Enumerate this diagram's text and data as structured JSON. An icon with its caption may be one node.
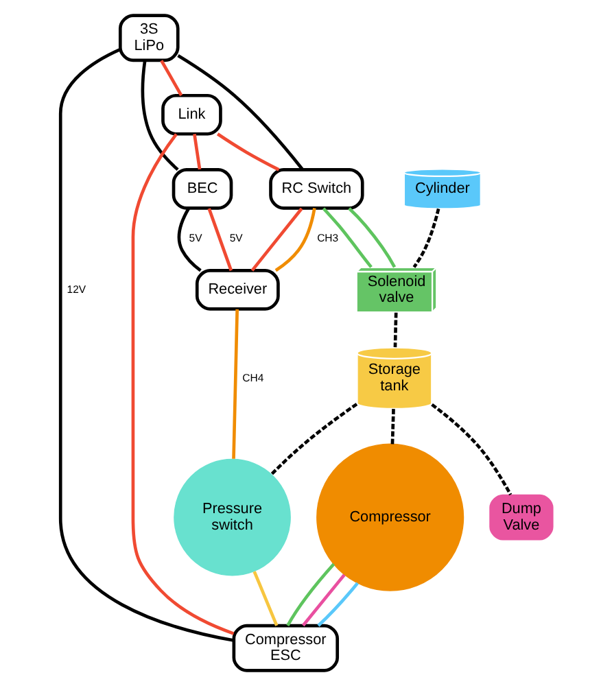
{
  "diagram": {
    "nodes": [
      {
        "text": [
          "3S LiPo"
        ]
      },
      {
        "text": [
          "Link"
        ]
      },
      {
        "text": [
          "Cylinder"
        ]
      },
      {
        "text": [
          "BEC"
        ]
      },
      {
        "text": [
          "Solenoid valve"
        ]
      },
      {
        "text": [
          "RC Switch"
        ]
      },
      {
        "text": [
          "Storage tank"
        ]
      },
      {
        "text": [
          "Receiver"
        ]
      },
      {
        "text": [
          "Compressor"
        ]
      },
      {
        "text": [
          "Pressure switch"
        ]
      },
      {
        "text": [
          "Dump Valve"
        ]
      },
      {
        "text": [
          "Compressor ESC"
        ]
      }
    ],
    "edges": [
      {
        "from": 0,
        "to": 1,
        "arrow": "none",
        "color": "#f04a32"
      },
      {
        "from": 0,
        "to": 11,
        "arrow": "none",
        "label": "12V"
      },
      {
        "from": 1,
        "to": 11,
        "arrow": "none",
        "color": "#f04a32"
      },
      {
        "from": 0,
        "to": 3,
        "arrow": "none"
      },
      {
        "from": 1,
        "to": 3,
        "arrow": "none",
        "color": "#f04a32"
      },
      {
        "from": 0,
        "to": 5,
        "arrow": "none"
      },
      {
        "from": 1,
        "to": 5,
        "arrow": "none",
        "color": "#f04a32"
      },
      {
        "from": 3,
        "to": 7,
        "arrow": "none",
        "label": "5V",
        "color": "#f04a32"
      },
      {
        "from": 3,
        "to": 7,
        "arrow": "none",
        "label": "5V"
      },
      {
        "from": 5,
        "to": 7,
        "arrow": "none",
        "color": "#f04a32"
      },
      {
        "from": 5,
        "to": 7,
        "arrow": "none",
        "label": "CH3",
        "color": "#f08c00"
      },
      {
        "from": 5,
        "to": 4,
        "arrow": "none",
        "color": "#5ec45e"
      },
      {
        "from": 5,
        "to": 4,
        "arrow": "none",
        "color": "#5ec45e"
      },
      {
        "from": 2,
        "to": 4,
        "arrow": "none",
        "style": "dashed"
      },
      {
        "from": 4,
        "to": 6,
        "arrow": "none",
        "style": "dashed"
      },
      {
        "from": 6,
        "to": 8,
        "arrow": "none",
        "style": "dashed"
      },
      {
        "from": 6,
        "to": 9,
        "arrow": "none",
        "style": "dashed"
      },
      {
        "from": 6,
        "to": 10,
        "arrow": "none",
        "style": "dashed"
      },
      {
        "from": 8,
        "to": 11,
        "arrow": "none",
        "color": "#5ec45e"
      },
      {
        "from": 8,
        "to": 11,
        "arrow": "none",
        "color": "#e94fa0"
      },
      {
        "from": 8,
        "to": 11,
        "arrow": "none",
        "color": "#5ac8fa"
      },
      {
        "from": 7,
        "to": 9,
        "arrow": "none",
        "label": "CH4",
        "color": "#f08c00"
      },
      {
        "from": 9,
        "to": 11,
        "arrow": "none",
        "color": "#f7c640"
      }
    ]
  }
}
